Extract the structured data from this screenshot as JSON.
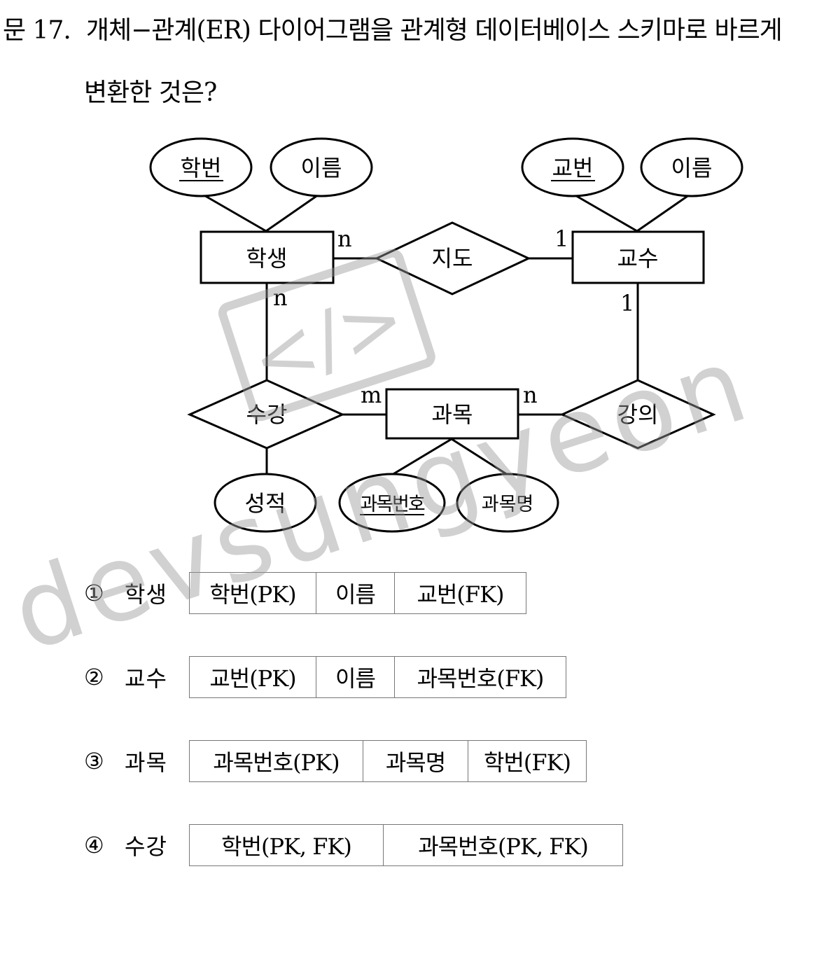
{
  "question": {
    "number": "문 17.",
    "line1": "개체−관계(ER) 다이어그램을 관계형 데이터베이스 스키마로 바르게",
    "line2": "변환한 것은?"
  },
  "diagram": {
    "entities": {
      "student": "학생",
      "professor": "교수",
      "course": "과목"
    },
    "relationships": {
      "advise": "지도",
      "enroll": "수강",
      "lecture": "강의"
    },
    "attributes": {
      "student_id": "학번",
      "student_name": "이름",
      "prof_id": "교번",
      "prof_name": "이름",
      "grade": "성적",
      "course_id": "과목번호",
      "course_name": "과목명"
    },
    "cardinalities": {
      "advise_student": "n",
      "advise_professor": "1",
      "enroll_student": "n",
      "enroll_course": "m",
      "lecture_course": "n",
      "lecture_professor": "1"
    }
  },
  "options": [
    {
      "num": "①",
      "name": "학생",
      "cells": [
        "학번(PK)",
        "이름",
        "교번(FK)"
      ]
    },
    {
      "num": "②",
      "name": "교수",
      "cells": [
        "교번(PK)",
        "이름",
        "과목번호(FK)"
      ]
    },
    {
      "num": "③",
      "name": "과목",
      "cells": [
        "과목번호(PK)",
        "과목명",
        "학번(FK)"
      ]
    },
    {
      "num": "④",
      "name": "수강",
      "cells": [
        "학번(PK, FK)",
        "과목번호(PK, FK)"
      ]
    }
  ],
  "watermark": {
    "text": "devsungyeon",
    "symbol": "</>",
    "color": "#9a9a9a"
  }
}
